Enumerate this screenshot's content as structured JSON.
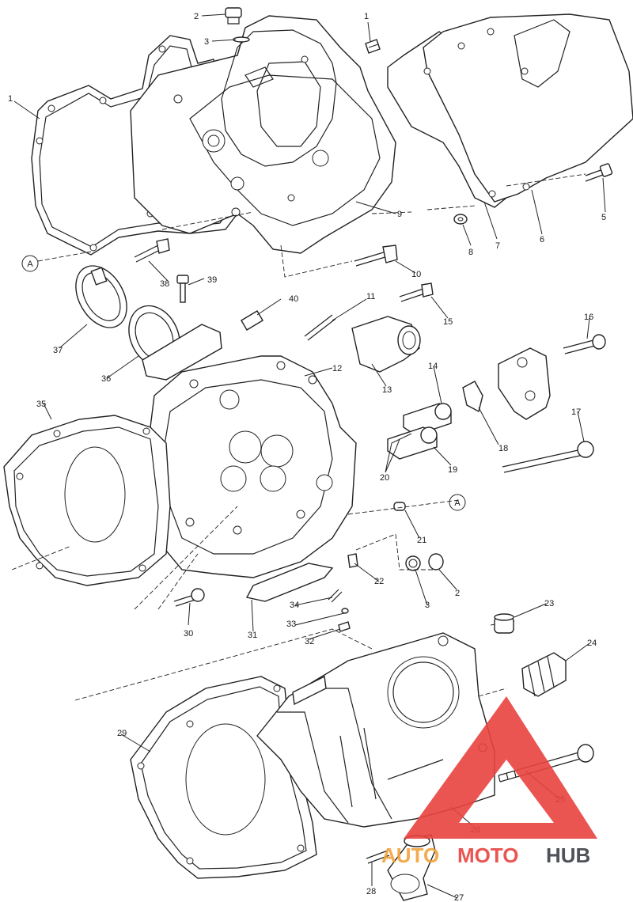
{
  "callouts": [
    {
      "id": "c1a",
      "text": "1"
    },
    {
      "id": "c1b",
      "text": "1"
    },
    {
      "id": "c2a",
      "text": "2"
    },
    {
      "id": "c3a",
      "text": "3"
    },
    {
      "id": "c5",
      "text": "5"
    },
    {
      "id": "c6",
      "text": "6"
    },
    {
      "id": "c7",
      "text": "7"
    },
    {
      "id": "c8",
      "text": "8"
    },
    {
      "id": "c9",
      "text": "9"
    },
    {
      "id": "c10",
      "text": "10"
    },
    {
      "id": "c11",
      "text": "11"
    },
    {
      "id": "c12",
      "text": "12"
    },
    {
      "id": "c13",
      "text": "13"
    },
    {
      "id": "c14",
      "text": "14"
    },
    {
      "id": "c15",
      "text": "15"
    },
    {
      "id": "c16",
      "text": "16"
    },
    {
      "id": "c17",
      "text": "17"
    },
    {
      "id": "c18",
      "text": "18"
    },
    {
      "id": "c19",
      "text": "19"
    },
    {
      "id": "c20",
      "text": "20"
    },
    {
      "id": "c21",
      "text": "21"
    },
    {
      "id": "c22",
      "text": "22"
    },
    {
      "id": "c3b",
      "text": "3"
    },
    {
      "id": "c2b",
      "text": "2"
    },
    {
      "id": "c23",
      "text": "23"
    },
    {
      "id": "c24",
      "text": "24"
    },
    {
      "id": "c25",
      "text": "25"
    },
    {
      "id": "c26",
      "text": "26"
    },
    {
      "id": "c27",
      "text": "27"
    },
    {
      "id": "c28",
      "text": "28"
    },
    {
      "id": "c29",
      "text": "29"
    },
    {
      "id": "c30",
      "text": "30"
    },
    {
      "id": "c31",
      "text": "31"
    },
    {
      "id": "c32",
      "text": "32"
    },
    {
      "id": "c33",
      "text": "33"
    },
    {
      "id": "c34",
      "text": "34"
    },
    {
      "id": "c35",
      "text": "35"
    },
    {
      "id": "c36",
      "text": "36"
    },
    {
      "id": "c37",
      "text": "37"
    },
    {
      "id": "c38",
      "text": "38"
    },
    {
      "id": "c39",
      "text": "39"
    },
    {
      "id": "c40",
      "text": "40"
    }
  ],
  "reference_marks": [
    {
      "id": "refA1",
      "text": "A"
    },
    {
      "id": "refA2",
      "text": "A"
    }
  ],
  "watermark": {
    "brand_part1": "AUTO",
    "brand_part2": "MOTO",
    "brand_part3": "HUB",
    "color_red": "#e8423f",
    "color_dark": "#3c4046",
    "color_orange": "#f2a33a"
  }
}
